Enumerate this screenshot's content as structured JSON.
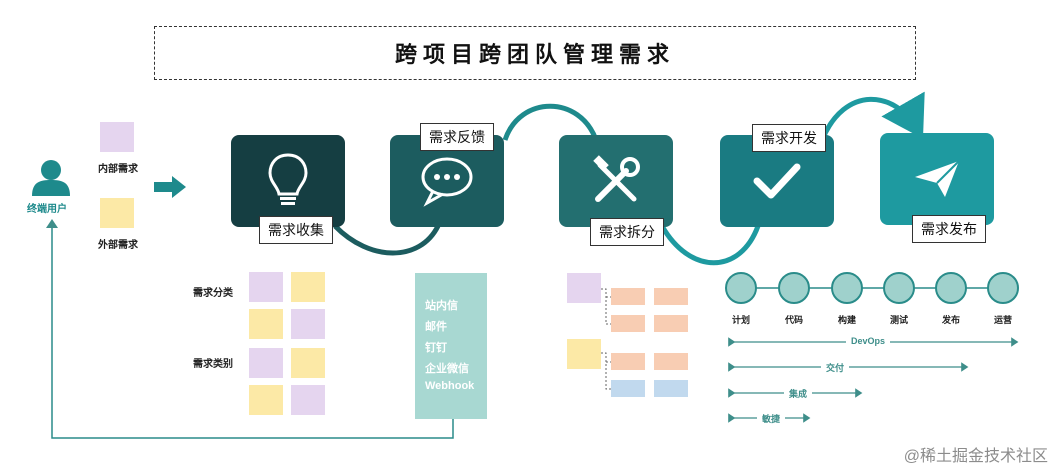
{
  "title": "跨项目跨团队管理需求",
  "user": {
    "label": "终端用户",
    "icon": "user-icon"
  },
  "request_types": {
    "internal": "内部需求",
    "external": "外部需求"
  },
  "stages": [
    {
      "label": "需求收集",
      "icon": "lightbulb-icon",
      "color": "#153e42"
    },
    {
      "label": "需求反馈",
      "icon": "chat-bubble-icon",
      "color": "#1c5c5f"
    },
    {
      "label": "需求拆分",
      "icon": "tools-icon",
      "color": "#236f70"
    },
    {
      "label": "需求开发",
      "icon": "checkmark-icon",
      "color": "#1a7b82"
    },
    {
      "label": "需求发布",
      "icon": "paper-plane-icon",
      "color": "#1e9aa0"
    }
  ],
  "classification": {
    "category": "需求分类",
    "type": "需求类别"
  },
  "channels": [
    "站内信",
    "邮件",
    "钉钉",
    "企业微信",
    "Webhook"
  ],
  "devops_phases": [
    "计划",
    "代码",
    "构建",
    "测试",
    "发布",
    "运营"
  ],
  "ranges": {
    "devops": "DevOps",
    "delivery": "交付",
    "integration": "集成",
    "agile": "敏捷"
  },
  "colors": {
    "purple": "#e5d5ef",
    "yellow": "#fce9a6",
    "orange": "#f8cdb3",
    "blue": "#c1d9ee",
    "teal_line": "#1e9aa0",
    "teal_dark": "#1c5c5f"
  },
  "watermark": "@稀土掘金技术社区"
}
